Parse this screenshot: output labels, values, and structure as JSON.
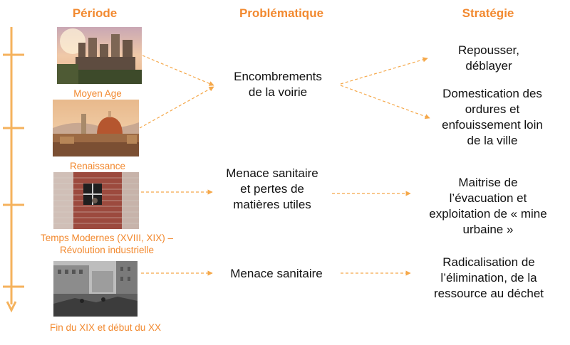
{
  "headers": {
    "periode": "Période",
    "problematique": "Problématique",
    "strategie": "Stratégie"
  },
  "periods": [
    {
      "label": "Moyen Age",
      "image": "castle-photo"
    },
    {
      "label": "Renaissance",
      "image": "florence-cathedral-photo"
    },
    {
      "label_line1": "Temps Modernes (XVIII, XIX) –",
      "label_line2": "Révolution industrielle",
      "image": "brick-wall-window-photo"
    },
    {
      "label": "Fin du XIX et début du XX",
      "image": "old-street-photo"
    }
  ],
  "problems": [
    {
      "line1": "Encombrements",
      "line2": "de la voirie"
    },
    {
      "line1": "Menace sanitaire",
      "line2": "et pertes de",
      "line3": "matières utiles"
    },
    {
      "line1": "Menace sanitaire"
    }
  ],
  "strategies": [
    {
      "line1": "Repousser,",
      "line2": "déblayer"
    },
    {
      "line1": "Domestication des",
      "line2": "ordures et",
      "line3": "enfouissement loin",
      "line4": "de la ville"
    },
    {
      "line1": "Maitrise de",
      "line2": "l’évacuation et",
      "line3": "exploitation de « mine",
      "line4": "urbaine »"
    },
    {
      "line1": "Radicalisation de",
      "line2": "l’élimination, de la",
      "line3": "ressource au déchet"
    }
  ],
  "colors": {
    "accent": "#f2892f",
    "timeline": "#f5b25c",
    "arrow": "#f5a84a",
    "text": "#111111"
  }
}
